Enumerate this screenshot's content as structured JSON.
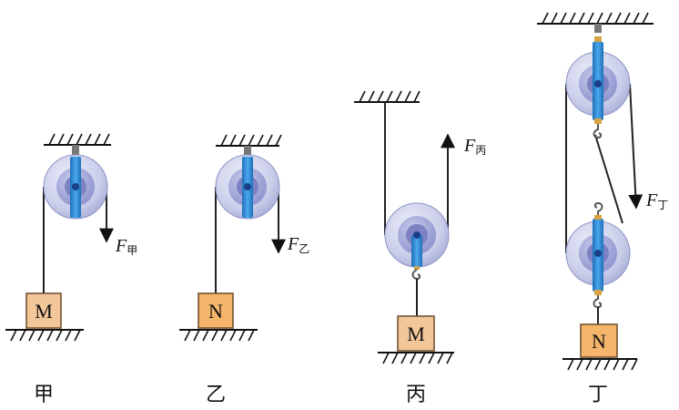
{
  "forces": {
    "jia": {
      "symbol": "F",
      "sub": "甲"
    },
    "yi": {
      "symbol": "F",
      "sub": "乙"
    },
    "bing": {
      "symbol": "F",
      "sub": "丙"
    },
    "ding": {
      "symbol": "F",
      "sub": "丁"
    }
  },
  "blocks": {
    "jia": "M",
    "yi": "N",
    "bing": "M",
    "ding": "N"
  },
  "captions": {
    "jia": "甲",
    "yi": "乙",
    "bing": "丙",
    "ding": "丁"
  },
  "colors": {
    "pulley_outer": "#c9cde9",
    "pulley_inner": "#9ea4d4",
    "pulley_hub": "#7c82c2",
    "axle_bar": "#2f8fd6",
    "block_fill": "#f3c79a",
    "block_fill_alt": "#f5b56a",
    "rope": "#222222"
  }
}
